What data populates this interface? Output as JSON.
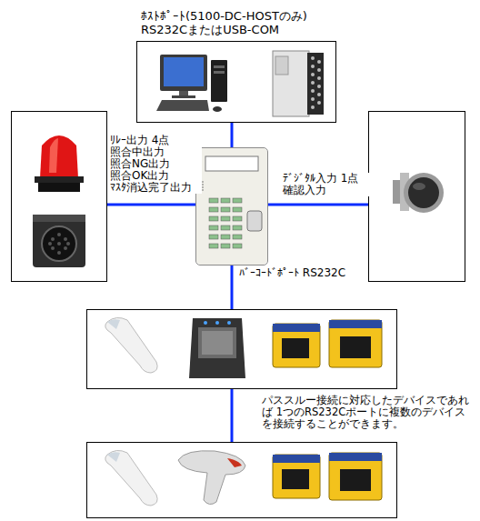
{
  "diagram": {
    "nodes": [
      {
        "text": [
          "ﾎｽﾄﾎﾟｰﾄ(5100-DC-HOSTのみ) RS232CまたはUSB-COM"
        ]
      },
      {
        "text": []
      },
      {
        "text": []
      },
      {
        "text": []
      },
      {
        "text": []
      },
      {
        "text": []
      }
    ],
    "edges": [
      {
        "from": 0,
        "to": 2,
        "arrow": "none"
      },
      {
        "from": 2,
        "to": 1,
        "label": "ﾘﾚｰ出力 4点 照合中出力 照合NG出力 照合OK出力 ﾏｽﾀ消込完了出力",
        "arrow": "none"
      },
      {
        "from": 2,
        "to": 3,
        "label": "ﾃﾞｼﾞﾀﾙ入力 1点 確認入力",
        "arrow": "none"
      },
      {
        "from": 2,
        "to": 4,
        "label": "ﾊﾞｰｺｰﾄﾞﾎﾟｰﾄ RS232C",
        "arrow": "none"
      },
      {
        "from": 4,
        "to": 5,
        "label": "パススルー接続に対応したデバイスであれば 1つのRS232Cポートに複数のデバイスを接続することができます。",
        "arrow": "none"
      }
    ]
  }
}
